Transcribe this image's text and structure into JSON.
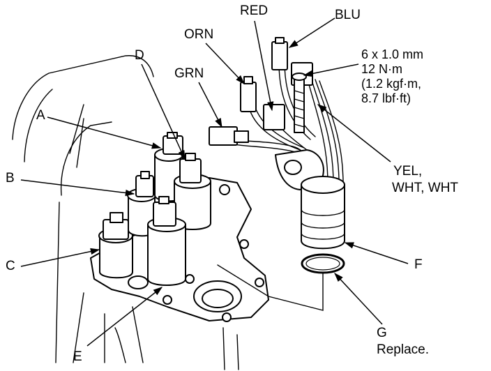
{
  "labels": {
    "A": "A",
    "B": "B",
    "C": "C",
    "D": "D",
    "E": "E",
    "F": "F",
    "G": "G",
    "G_note": "Replace.",
    "RED": "RED",
    "BLU": "BLU",
    "ORN": "ORN",
    "GRN": "GRN",
    "YEL_WHT_line1": "YEL,",
    "YEL_WHT_line2": "WHT, WHT"
  },
  "bolt_spec": {
    "size": "6 x 1.0 mm",
    "torque_nm": "12 N·m",
    "torque_kgfm": "(1.2 kgf·m,",
    "torque_lbfft": "8.7 lbf·ft)"
  }
}
